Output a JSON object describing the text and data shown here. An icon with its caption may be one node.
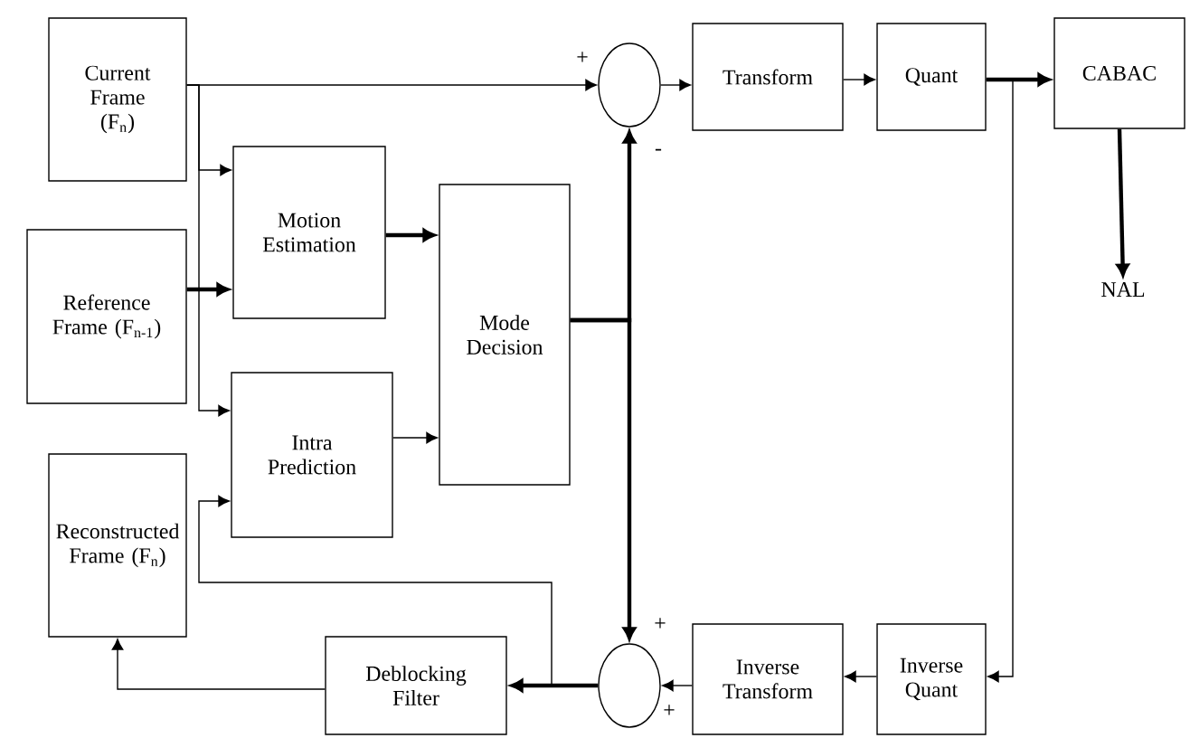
{
  "diagram": {
    "nodes": [
      {
        "text": [
          "Current Frame (F$_{n}$)"
        ]
      },
      {
        "text": [
          "Reference Frame (F$_{n-1}$)"
        ]
      },
      {
        "text": [
          "Reconstructed Frame (F$_{n}$)"
        ]
      },
      {
        "text": [
          "Motion Estimation"
        ]
      },
      {
        "text": [
          "Intra Prediction"
        ]
      },
      {
        "text": [
          "Mode Decision"
        ]
      },
      {
        "text": [],
        "shape": "circle"
      },
      {
        "text": [
          "Transform"
        ]
      },
      {
        "text": [
          "Quant"
        ]
      },
      {
        "text": [
          "CABAC"
        ]
      },
      {
        "text": [
          "NAL"
        ]
      },
      {
        "text": [],
        "shape": "circle"
      },
      {
        "text": [
          "Inverse Transform"
        ]
      },
      {
        "text": [
          "Inverse Quant"
        ]
      },
      {
        "text": [
          "Deblocking Filter"
        ]
      }
    ],
    "edges": [
      {
        "from": 0,
        "to": 6,
        "arrow": "to"
      },
      {
        "from": 0,
        "to": 3,
        "arrow": "to"
      },
      {
        "from": 0,
        "to": 4,
        "arrow": "to"
      },
      {
        "from": 1,
        "to": 3,
        "arrow": "to",
        "style": "thick"
      },
      {
        "from": 3,
        "to": 5,
        "arrow": "to",
        "style": "thick"
      },
      {
        "from": 4,
        "to": 5,
        "arrow": "to"
      },
      {
        "from": 5,
        "to": 6,
        "arrow": "to",
        "style": "thick"
      },
      {
        "from": 5,
        "to": 11,
        "arrow": "to",
        "style": "thick"
      },
      {
        "from": 6,
        "to": 7,
        "arrow": "to"
      },
      {
        "from": 7,
        "to": 8,
        "arrow": "to"
      },
      {
        "from": 8,
        "to": 9,
        "arrow": "to",
        "style": "thick"
      },
      {
        "from": 8,
        "to": 13,
        "arrow": "to"
      },
      {
        "from": 9,
        "to": 10,
        "arrow": "to",
        "style": "thick"
      },
      {
        "from": 13,
        "to": 12,
        "arrow": "to"
      },
      {
        "from": 12,
        "to": 11,
        "arrow": "to"
      },
      {
        "from": 11,
        "to": 14,
        "arrow": "to",
        "style": "thick"
      },
      {
        "from": 11,
        "to": 4,
        "arrow": "to"
      },
      {
        "from": 14,
        "to": 2,
        "arrow": "to"
      }
    ],
    "labels": [
      "+",
      "-",
      "+",
      "+"
    ]
  }
}
